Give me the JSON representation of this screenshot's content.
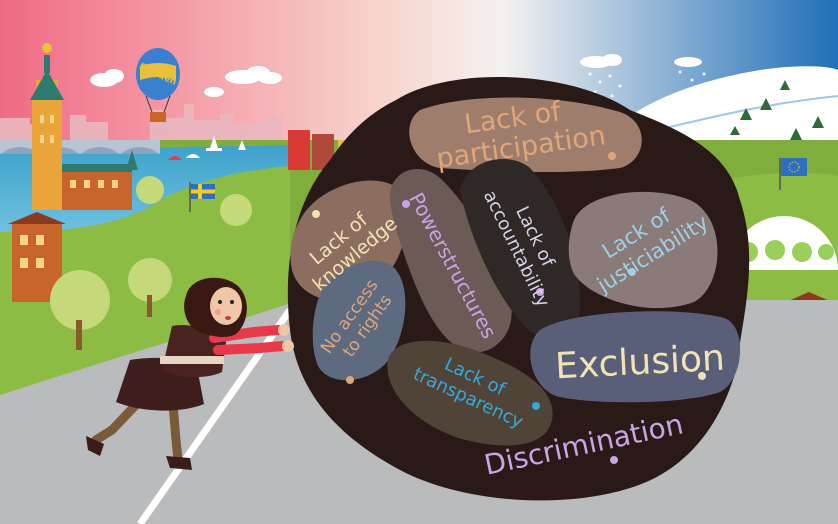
{
  "balloon": {
    "text": "Sweden"
  },
  "boulder": {
    "participation": [
      "Lack of",
      "participation"
    ],
    "knowledge": [
      "Lack of",
      "knowledge"
    ],
    "powerstructures": [
      "Powerstructures"
    ],
    "accountability": [
      "Lack of",
      "accountability"
    ],
    "justiciability": [
      "Lack of",
      "justiciability"
    ],
    "access": [
      "No access",
      "to rights"
    ],
    "transparency": [
      "Lack of",
      "transparency"
    ],
    "exclusion": [
      "Exclusion"
    ],
    "discrimination": [
      "Discrimination"
    ]
  },
  "colors": {
    "sky_left": "#f06a86",
    "sky_right": "#1f6fb8",
    "boulder": "#2a1a17",
    "grass": "#7fae3c",
    "road": "#b9bbbd",
    "label_purple": "#c9a3e6",
    "label_orange": "#e0a67a",
    "label_cream": "#f1e3b5",
    "label_cyan": "#36a8d9"
  }
}
